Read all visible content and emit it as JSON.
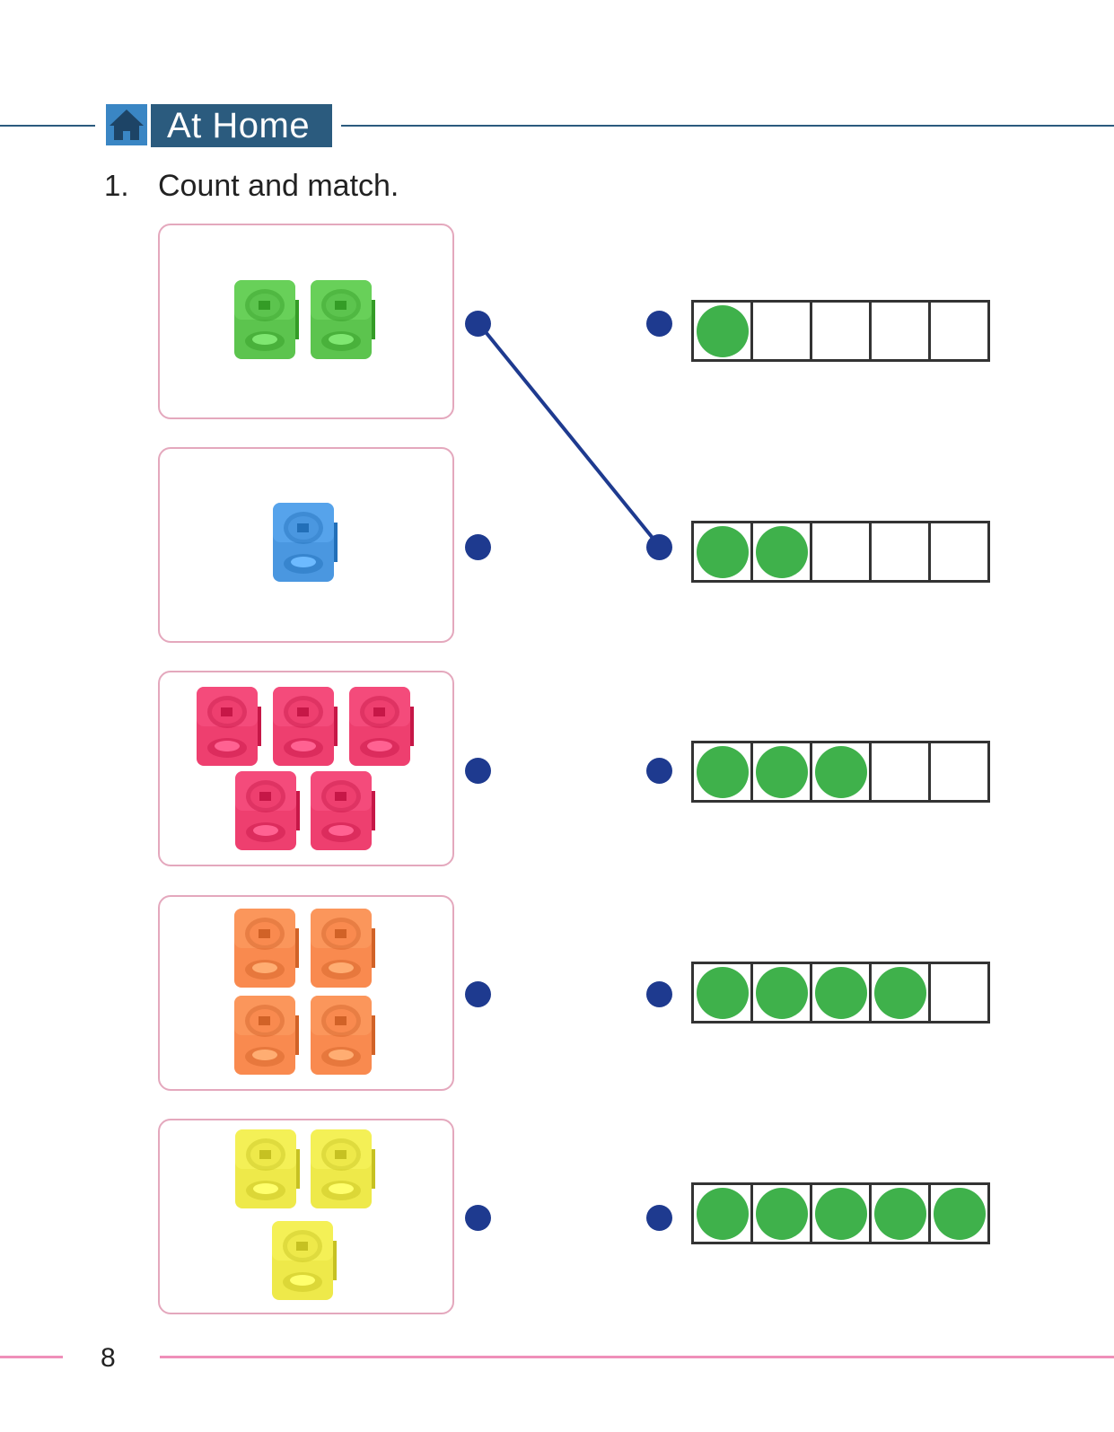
{
  "header": {
    "title": "At Home",
    "icon": "home-icon"
  },
  "question": {
    "number": "1.",
    "text": "Count and match."
  },
  "cards": [
    {
      "color": "green",
      "count": 2
    },
    {
      "color": "blue",
      "count": 1
    },
    {
      "color": "pink",
      "count": 5
    },
    {
      "color": "orange",
      "count": 4
    },
    {
      "color": "yellow",
      "count": 3
    }
  ],
  "frames": [
    {
      "filled": 1,
      "cells": 5
    },
    {
      "filled": 2,
      "cells": 5
    },
    {
      "filled": 3,
      "cells": 5
    },
    {
      "filled": 4,
      "cells": 5
    },
    {
      "filled": 5,
      "cells": 5
    }
  ],
  "match_example": {
    "card_index": 0,
    "frame_index": 1
  },
  "colors": {
    "header_bg": "#2b5b7e",
    "icon_bg": "#3a86c4",
    "dot": "#1e3a8f",
    "counter": "#3fb14b",
    "card_border": "#e4a8bd",
    "footer_line": "#ef8fb9",
    "green": "#5cc44e",
    "blue": "#4a97e0",
    "pink": "#ee3f6f",
    "orange": "#f98a4f",
    "yellow": "#eee94a"
  },
  "footer": {
    "page_number": "8"
  }
}
